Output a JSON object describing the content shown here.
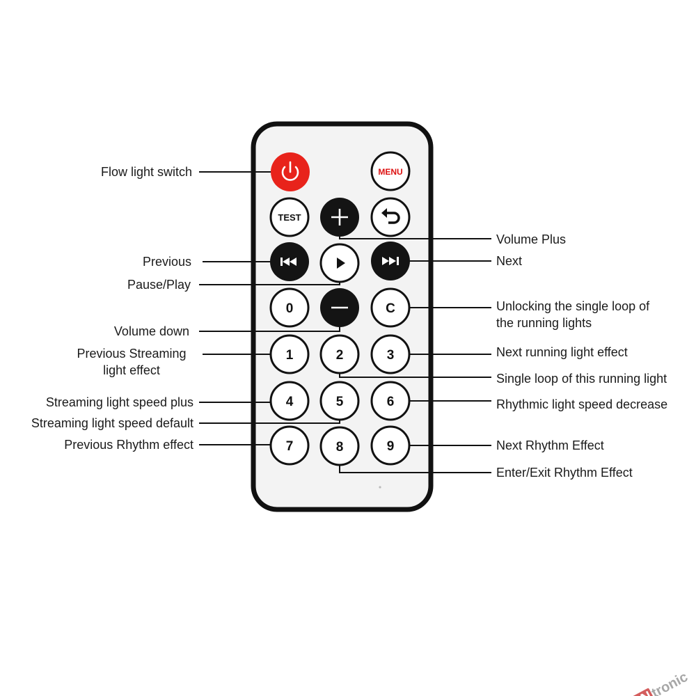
{
  "buttons": {
    "menu": "MENU",
    "test": "TEST",
    "zero": "0",
    "clear": "C",
    "one": "1",
    "two": "2",
    "three": "3",
    "four": "4",
    "five": "5",
    "six": "6",
    "seven": "7",
    "eight": "8",
    "nine": "9"
  },
  "annotations": {
    "flow_light_switch": "Flow light switch",
    "previous": "Previous",
    "pause_play": "Pause/Play",
    "volume_down": "Volume down",
    "previous_streaming_1": "Previous Streaming",
    "previous_streaming_2": "light effect",
    "streaming_speed_plus": "Streaming light speed plus",
    "streaming_speed_default": "Streaming light speed default",
    "previous_rhythm": "Previous Rhythm effect",
    "volume_plus": "Volume Plus",
    "next": "Next",
    "unlocking_1": "Unlocking the single loop of",
    "unlocking_2": "the running lights",
    "next_running": "Next running light effect",
    "single_loop": "Single loop of this running light",
    "rhythmic_decrease": "Rhythmic light speed decrease",
    "next_rhythm": "Next Rhythm Effect",
    "enter_exit_rhythm": "Enter/Exit Rhythm Effect"
  },
  "watermark": {
    "prefix": "CN",
    "suffix": "tronic"
  },
  "colors": {
    "power": "#e8231b",
    "dark_button": "#141414",
    "outline": "#1a1a1a",
    "remote_fill": "#f3f3f3",
    "remote_border": "#111111"
  }
}
